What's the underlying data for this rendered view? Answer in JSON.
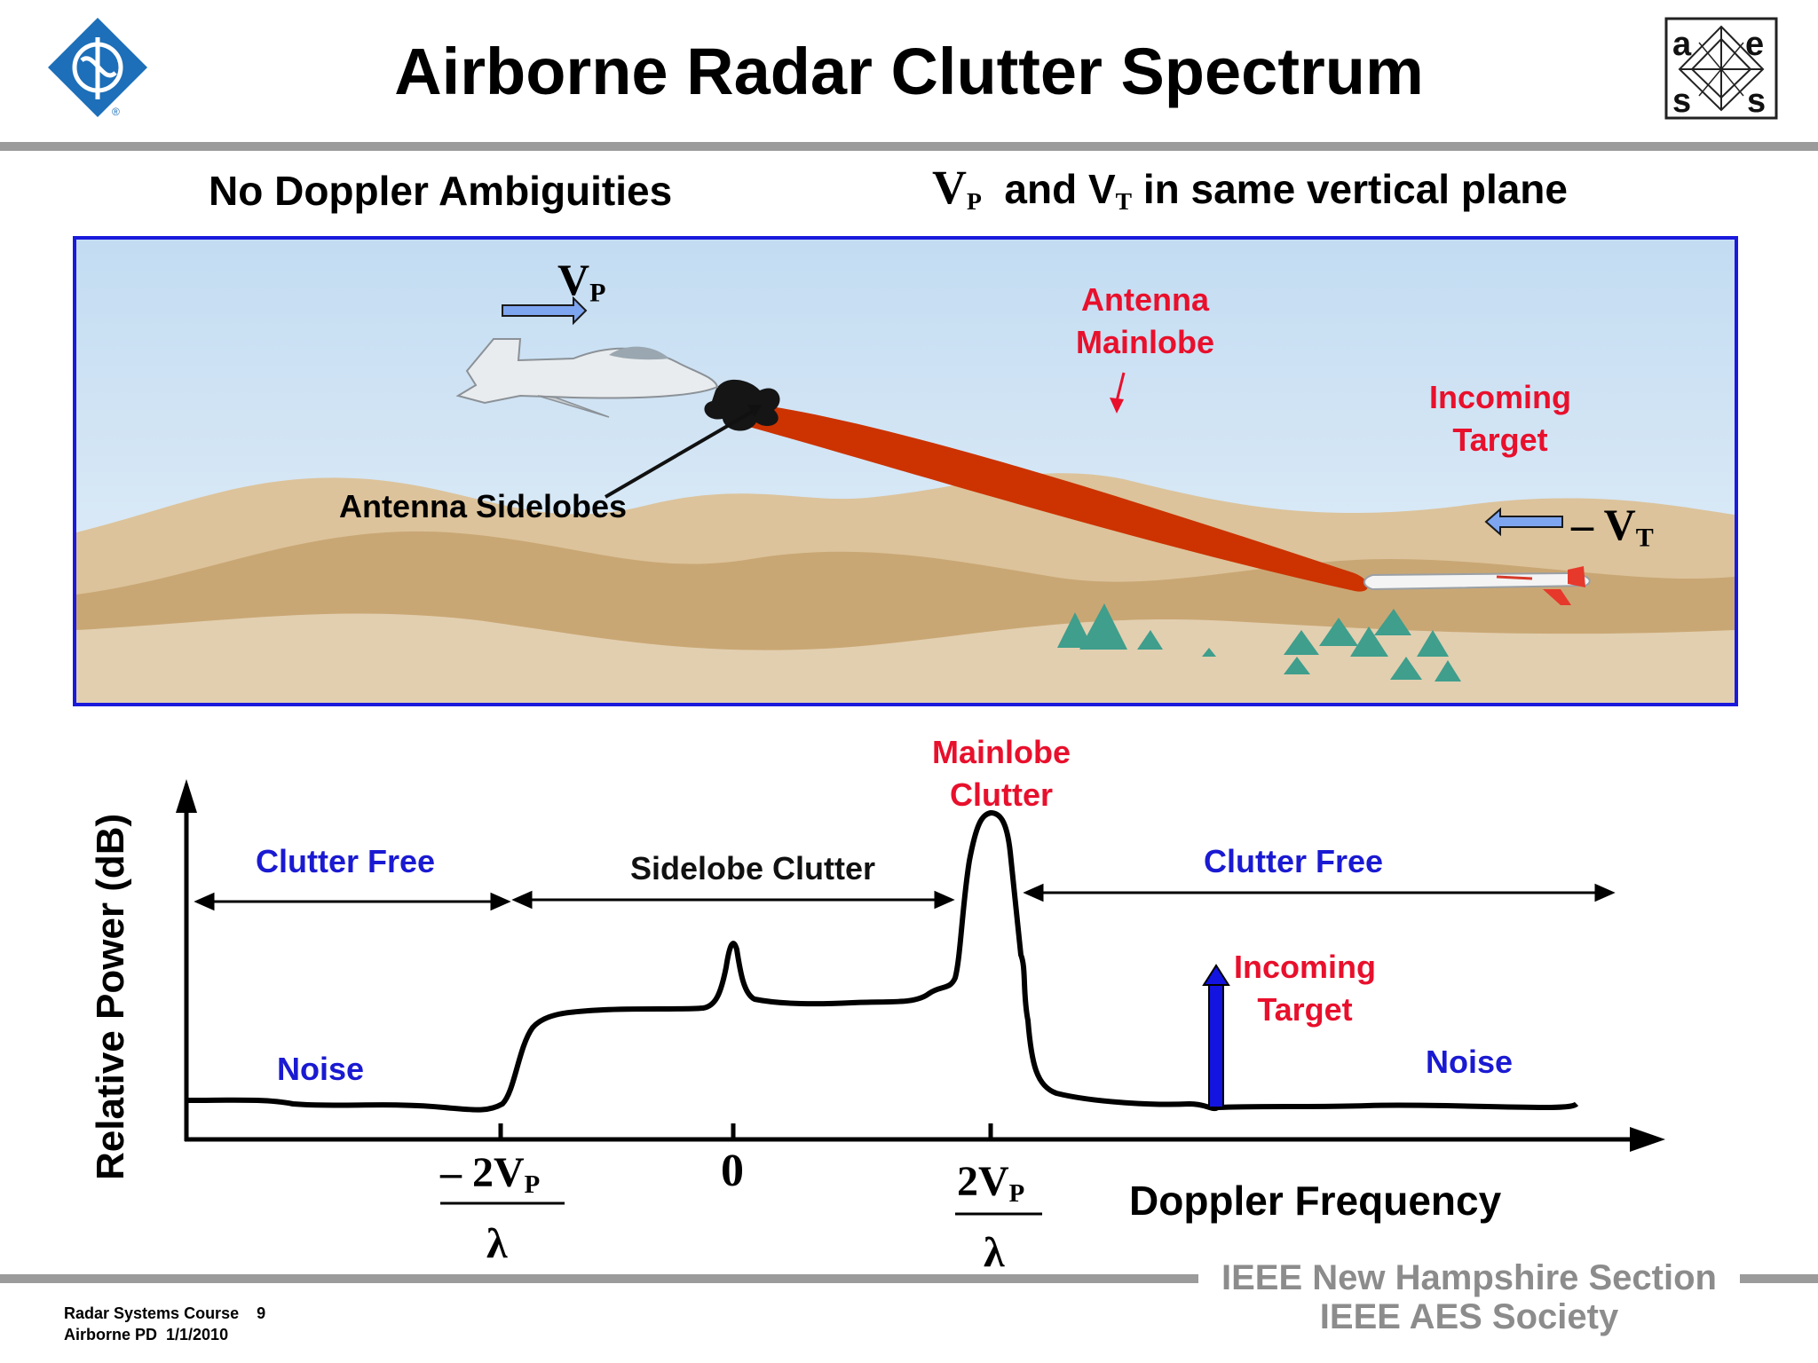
{
  "title": "Airborne Radar Clutter Spectrum",
  "subtitle_left": "No Doppler Ambiguities",
  "subtitle_right": {
    "v": "V",
    "sub_p": "P",
    "and": "and V",
    "sub_t": "T",
    "rest": "in same vertical plane"
  },
  "scene": {
    "vp_label": "V",
    "vp_sub": "P",
    "mainlobe_line1": "Antenna",
    "mainlobe_line2": "Mainlobe",
    "target_line1": "Incoming",
    "target_line2": "Target",
    "vt_label": "– V",
    "vt_sub": "T",
    "sidelobes_label": "Antenna Sidelobes"
  },
  "chart_data": {
    "type": "line",
    "ylabel": "Relative Power (dB)",
    "xlabel": "Doppler Frequency",
    "x_ticks": [
      "– 2V_P / λ",
      "0",
      "2V_P / λ"
    ],
    "regions": [
      {
        "label": "Clutter Free",
        "extent": "below -2Vp/λ"
      },
      {
        "label": "Sidelobe Clutter",
        "extent": "-2Vp/λ to 2Vp/λ"
      },
      {
        "label": "Clutter Free",
        "extent": "above 2Vp/λ"
      }
    ],
    "annotations": [
      "Noise",
      "Noise",
      "Mainlobe Clutter",
      "Incoming Target"
    ]
  },
  "chart_text": {
    "clutter_free_left": "Clutter Free",
    "sidelobe_clutter": "Sidelobe Clutter",
    "clutter_free_right": "Clutter Free",
    "mainlobe_line1": "Mainlobe",
    "mainlobe_line2": "Clutter",
    "target_line1": "Incoming",
    "target_line2": "Target",
    "noise_left": "Noise",
    "noise_right": "Noise",
    "ylabel": "Relative Power (dB)",
    "xlabel": "Doppler Frequency",
    "tick_neg_num": "– 2V",
    "tick_neg_sub": "P",
    "tick_zero": "0",
    "tick_pos_num": "2V",
    "tick_pos_sub": "P",
    "tick_lambda": "λ"
  },
  "footer": {
    "course_line1": "Radar Systems Course    9",
    "course_line2": "Airborne PD  1/1/2010",
    "org_line1": "IEEE New Hampshire Section",
    "org_line2": "IEEE AES Society"
  },
  "logo_left": {
    "name": "ieee-logo",
    "mark": "®"
  },
  "logo_right": {
    "name": "aess-logo",
    "letters": [
      "a",
      "e",
      "s",
      "s"
    ]
  },
  "colors": {
    "red": "#e8102c",
    "blue": "#1a1ad2",
    "frame_blue": "#1a1adc",
    "beam": "#cc3300",
    "sky": "#cde2f4",
    "sand": "#d8bf96"
  }
}
